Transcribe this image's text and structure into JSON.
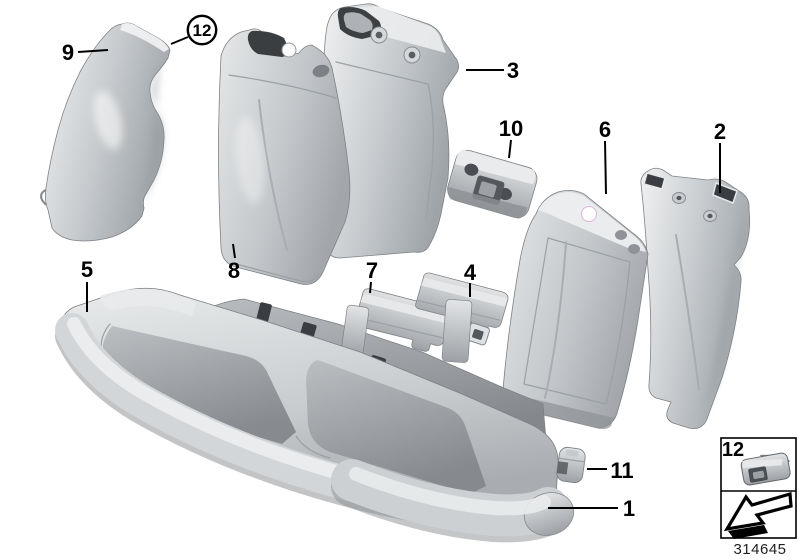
{
  "diagram_type": "exploded-parts-diagram-rear-seat",
  "callouts": {
    "c1": "1",
    "c2": "2",
    "c3": "3",
    "c4": "4",
    "c5": "5",
    "c6": "6",
    "c7": "7",
    "c8": "8",
    "c9": "9",
    "c10": "10",
    "c11": "11",
    "c12": "12"
  },
  "circled_callout": {
    "label": "12"
  },
  "legend": {
    "label": "12",
    "clip_icon": "clip-fastener-icon",
    "arrow_icon": "direction-of-travel-arrow-icon"
  },
  "footer": {
    "part_number": "314645"
  },
  "colors": {
    "background": "#ffffff",
    "callout_text": "#000000",
    "leader_line": "#000000",
    "part_light": "#eceeef",
    "part_mid": "#c6cacd",
    "part_dark": "#8d9195",
    "hole": "#3a3e42"
  }
}
